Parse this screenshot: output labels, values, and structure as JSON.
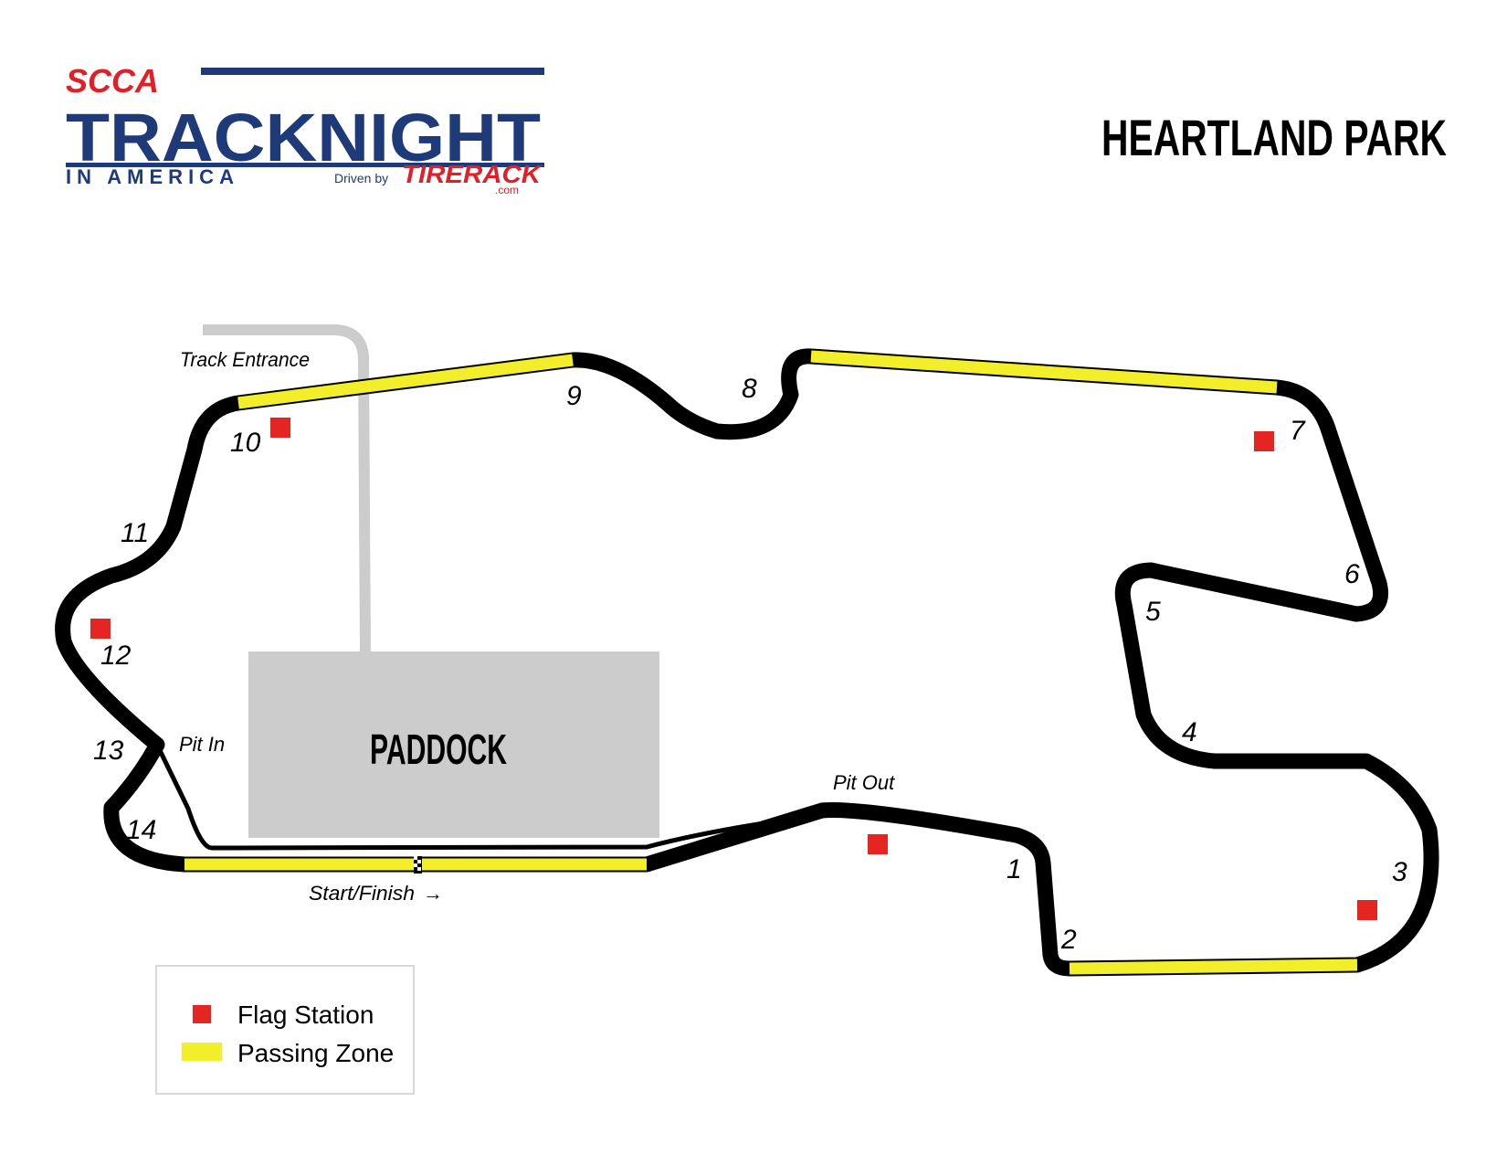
{
  "logo": {
    "scca": "SCCA",
    "main": "TRACKNIGHT",
    "sub": "IN AMERICA",
    "driven_by": "Driven by",
    "sponsor": "TIRERACK",
    "sponsor_suffix": ".com"
  },
  "title": "HEARTLAND PARK",
  "paddock": "PADDOCK",
  "labels": {
    "track_entrance": "Track Entrance",
    "pit_in": "Pit In",
    "pit_out": "Pit Out",
    "start_finish": "Start/Finish",
    "start_finish_arrow": "→"
  },
  "turns": [
    "1",
    "2",
    "3",
    "4",
    "5",
    "6",
    "7",
    "8",
    "9",
    "10",
    "11",
    "12",
    "13",
    "14"
  ],
  "legend": {
    "flag_station": "Flag Station",
    "passing_zone": "Passing Zone"
  },
  "colors": {
    "track": "#000000",
    "passing_zone": "#f2ee2a",
    "flag_station": "#e52521",
    "paddock": "#cccccc",
    "access_road": "#cccccc",
    "logo_blue": "#1e3a78",
    "logo_red": "#e21f26"
  }
}
